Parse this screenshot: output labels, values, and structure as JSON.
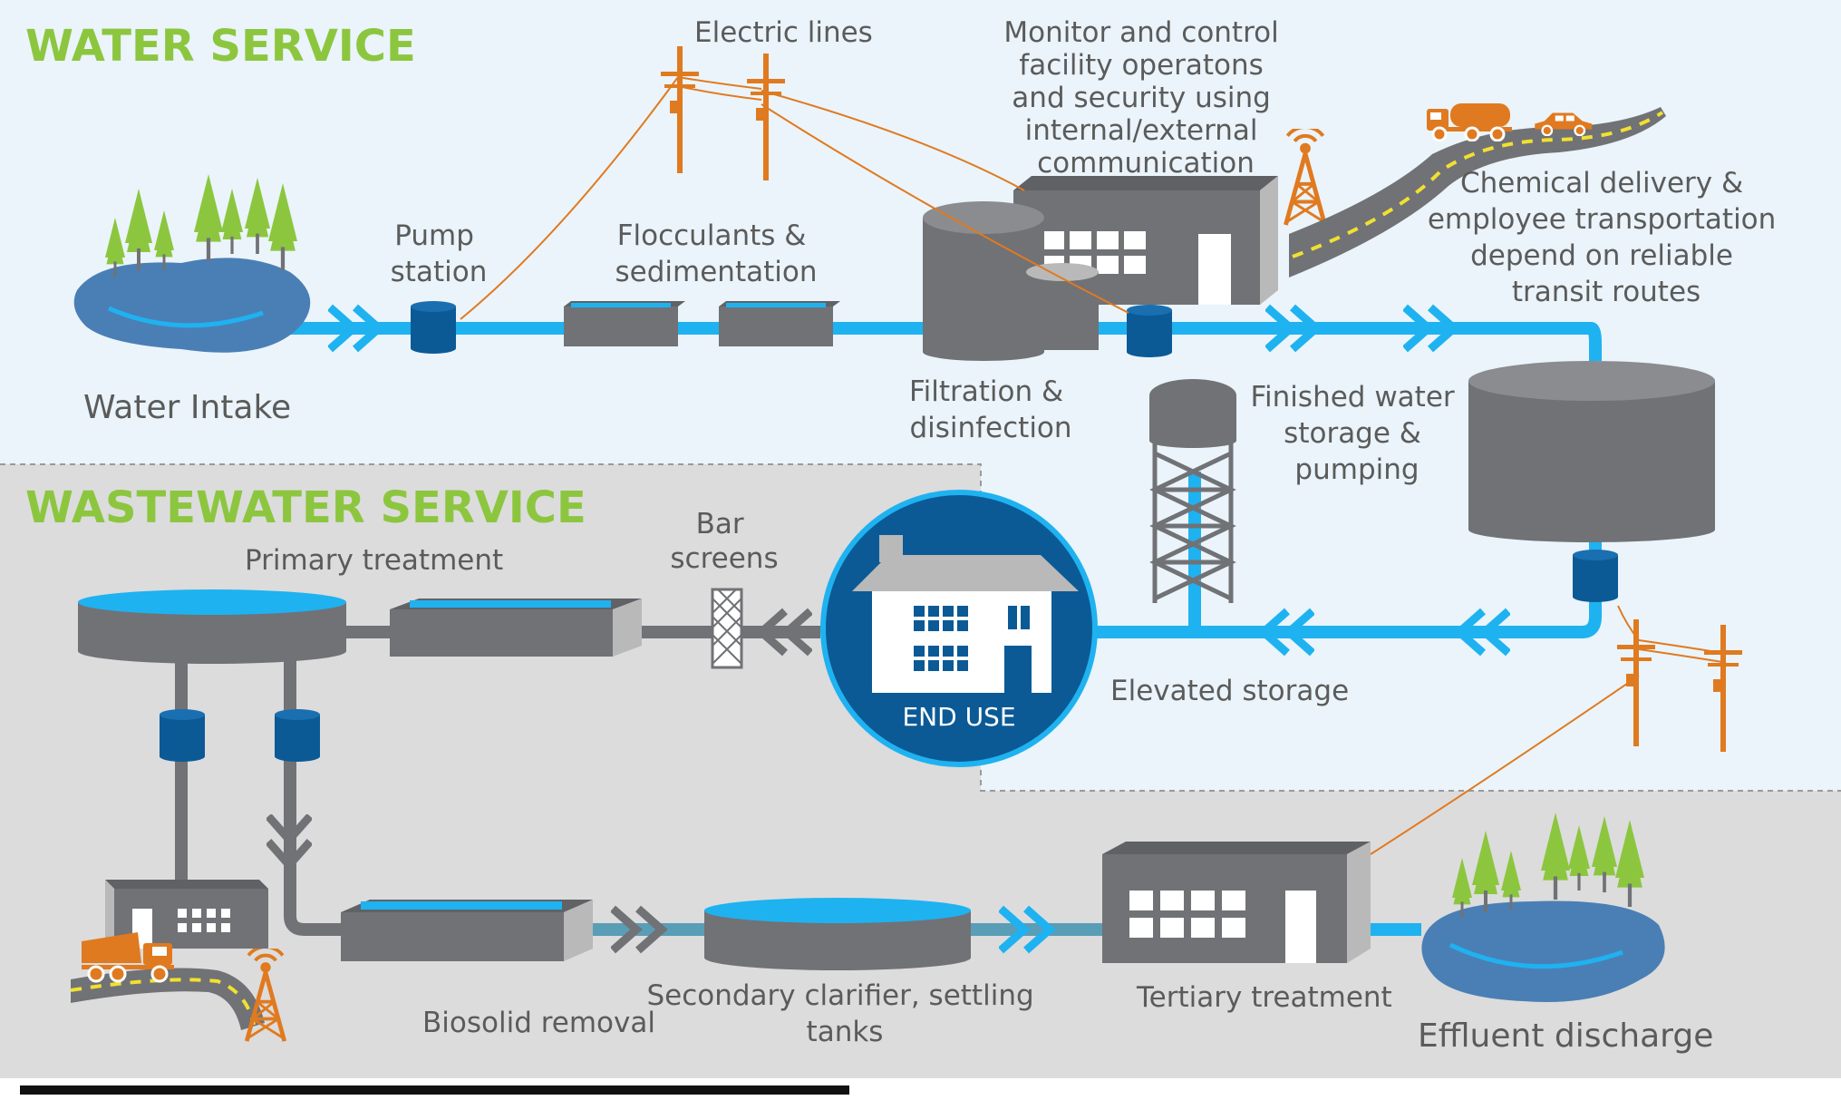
{
  "colors": {
    "water_bg": "#eaf4fa",
    "wastewater_bg": "#dcdcdc",
    "pipe_blue": "#1fb2f0",
    "pipe_gray": "#707276",
    "pipe_teal": "#5a9db6",
    "dark_gray": "#707276",
    "navy": "#0b5a96",
    "lake": "#4a7fb5",
    "orange": "#e07a20",
    "tree_green": "#8cc63f",
    "heading_green": "#8cc63f",
    "text_gray": "#5b5b5b"
  },
  "headings": {
    "water": "WATER SERVICE",
    "wastewater": "WASTEWATER SERVICE"
  },
  "labels": {
    "water_intake": "Water Intake",
    "pump_station": [
      "Pump",
      "station"
    ],
    "electric_lines": "Electric lines",
    "flocculants": [
      "Flocculants &",
      "sedimentation"
    ],
    "monitor": [
      "Monitor and control",
      "facility operatons",
      "and security using",
      "internal/external",
      "communication"
    ],
    "chemical": [
      "Chemical delivery &",
      "employee transportation",
      "depend on reliable",
      "transit routes"
    ],
    "filtration": [
      "Filtration &",
      "disinfection"
    ],
    "finished_water": [
      "Finished water",
      "storage &",
      "pumping"
    ],
    "bar_screens": [
      "Bar",
      "screens"
    ],
    "primary_treatment": "Primary treatment",
    "end_use": "END USE",
    "elevated_storage": "Elevated storage",
    "biosolid_removal": "Biosolid removal",
    "secondary": [
      "Secondary clarifier, settling",
      "tanks"
    ],
    "tertiary": "Tertiary treatment",
    "effluent": "Effluent discharge"
  },
  "icons": [
    "lake-icon",
    "tree-icon",
    "utility-pole-icon",
    "radio-tower-icon",
    "tanker-truck-icon",
    "car-icon",
    "house-icon",
    "water-tower-icon",
    "flow-chevron-icon",
    "pump-icon",
    "tank-icon",
    "building-icon",
    "bar-screen-icon"
  ]
}
